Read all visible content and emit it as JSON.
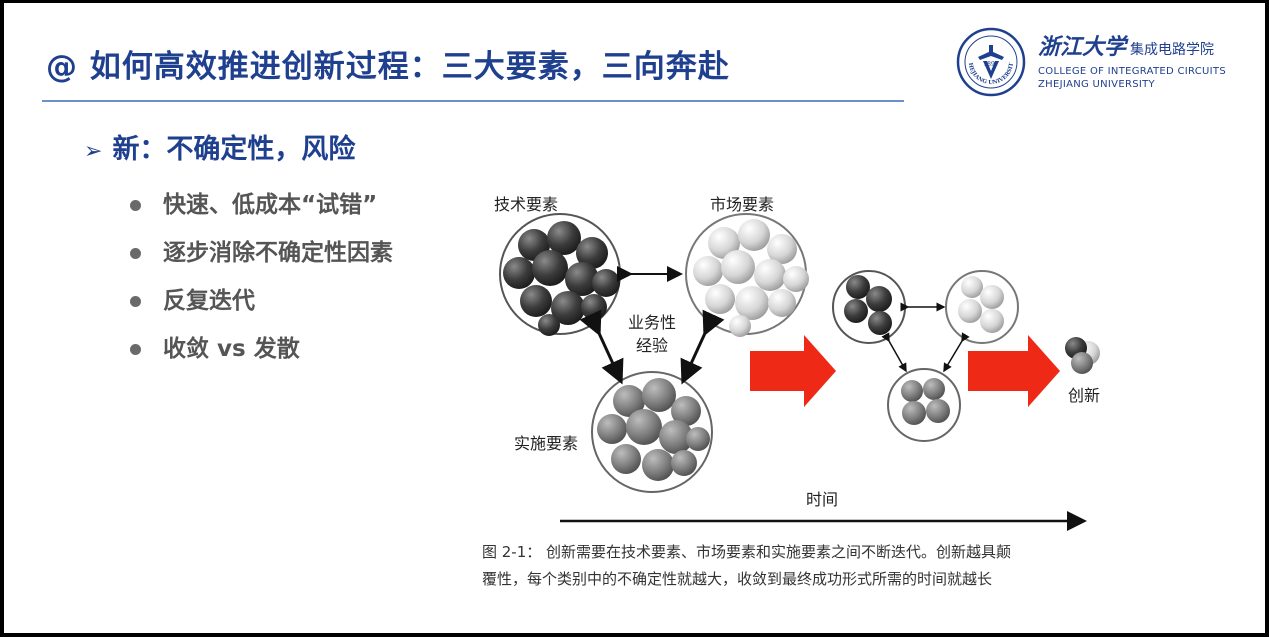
{
  "slide": {
    "title": "@ 如何高效推进创新过程：三大要素，三向奔赴",
    "main_point": "新：不确定性，风险",
    "bullets": [
      "快速、低成本“试错”",
      "逐步消除不确定性因素",
      "反复迭代",
      "收敛 vs 发散"
    ]
  },
  "logo": {
    "cn_name": "浙江大学",
    "cn_school": "集成电路学院",
    "en_line1": "COLLEGE OF INTEGRATED CIRCUITS",
    "en_line2": "ZHEJIANG UNIVERSITY",
    "seal_year": "1897",
    "seal_text": "ZHEJIANG UNIVERSITY",
    "color": "#1f3f8f"
  },
  "figure": {
    "label_tech": "技术要素",
    "label_market": "市场要素",
    "label_impl": "实施要素",
    "label_center_1": "业务性",
    "label_center_2": "经验",
    "label_innovation": "创新",
    "label_time": "时间",
    "arrow_color": "#ee2a16"
  },
  "caption": {
    "line1": "图 2-1： 创新需要在技术要素、市场要素和实施要素之间不断迭代。创新越具颠",
    "line2": "覆性，每个类别中的不确定性就越大，收敛到最终成功形式所需的时间就越长"
  },
  "colors": {
    "title": "#1f3f8f",
    "bullet_text": "#555555"
  }
}
